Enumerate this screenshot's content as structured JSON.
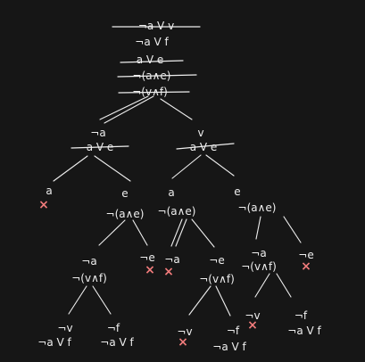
{
  "tree": {
    "root_formulas": [
      "¬a V v",
      "¬a V f",
      "a V e",
      "¬(a∧e)",
      "¬(v∧f)"
    ],
    "left_branch": [
      "¬a",
      "a V e"
    ],
    "right_branch": [
      "v",
      "a V e"
    ],
    "n_a1": "a",
    "n_e1": "e",
    "n_e1_formula": "¬(a∧e)",
    "n_a2": "a",
    "n_a2_formula": "¬(a∧e)",
    "n_e2": "e",
    "n_e2_formula": "¬(a∧e)",
    "n_nota1": "¬a",
    "n_nota1_formula": "¬(v∧f)",
    "n_note1": "¬e",
    "n_nota2": "¬a",
    "n_note2": "¬e",
    "n_note2_formula": "¬(v∧f)",
    "n_nota3": "¬a",
    "n_nota3_formula": "¬(v∧f)",
    "n_note3": "¬e",
    "leaf_notv1": "¬v",
    "leaf_notv1_formula": "¬a V f",
    "leaf_notf1": "¬f",
    "leaf_notf1_formula": "¬a V f",
    "leaf_notv2": "¬v",
    "leaf_notf2": "¬f",
    "leaf_notf2_formula": "¬a V f",
    "leaf_notv3": "¬v",
    "leaf_notf3": "¬f",
    "leaf_notf3_formula": "¬a V f",
    "closed_mark": "×"
  },
  "colors": {
    "background": "#161616",
    "ink": "#eeeeee",
    "closed": "#f07b7b"
  }
}
